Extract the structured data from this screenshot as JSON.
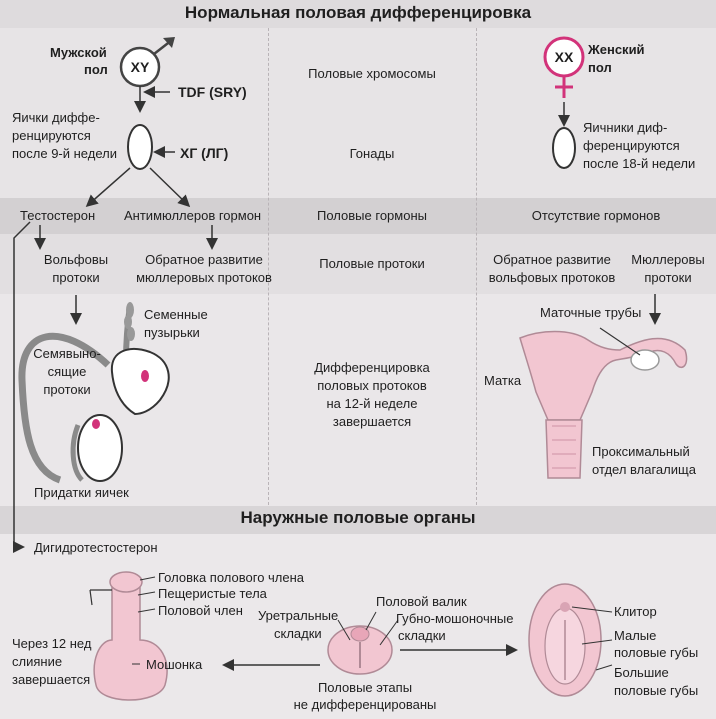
{
  "title": "Нормальная половая дифференцировка",
  "male": {
    "label_l1": "Мужской",
    "label_l2": "пол",
    "chrom": "XY",
    "tdf": "TDF (SRY)",
    "testes_l1": "Яички диффе-",
    "testes_l2": "ренцируются",
    "testes_l3": "после 9-й недели",
    "hcg": "ХГ (ЛГ)",
    "testosterone": "Тестостерон",
    "amh": "Антимюллеров гормон",
    "wolff_l1": "Вольфовы",
    "wolff_l2": "протоки",
    "regress_l1": "Обратное развитие",
    "regress_l2": "мюллеровых протоков",
    "vesicles_l1": "Семенные",
    "vesicles_l2": "пузырьки",
    "vas_l1": "Семявыно-",
    "vas_l2": "сящие",
    "vas_l3": "протоки",
    "epididymis": "Придатки яичек"
  },
  "middle": {
    "chromosomes": "Половые хромосомы",
    "gonads": "Гонады",
    "hormones": "Половые гормоны",
    "ducts": "Половые протоки",
    "diff_l1": "Дифференцировка",
    "diff_l2": "половых протоков",
    "diff_l3": "на  12-й неделе",
    "diff_l4": "завершается"
  },
  "female": {
    "chrom": "XX",
    "label_l1": "Женский",
    "label_l2": "пол",
    "ovaries_l1": "Яичники диф-",
    "ovaries_l2": "ференцируются",
    "ovaries_l3": "после 18-й недели",
    "no_hormones": "Отсутствие гормонов",
    "regress_l1": "Обратное развитие",
    "regress_l2": "вольфовых протоков",
    "muller_l1": "Мюллеровы",
    "muller_l2": "протоки",
    "tubes": "Маточные трубы",
    "uterus": "Матка",
    "vagina_l1": "Проксимальный",
    "vagina_l2": "отдел влагалища"
  },
  "external": {
    "title": "Наружные половые органы",
    "dht": "Дигидротестостерон",
    "glans": "Головка полового члена",
    "cavernous": "Пещеристые тела",
    "penis": "Половой член",
    "scrotum": "Мошонка",
    "fusion_l1": "Через 12 нед",
    "fusion_l2": "слияние",
    "fusion_l3": "завершается",
    "urethral_l1": "Уретральные",
    "urethral_l2": "складки",
    "tubercle": "Половой валик",
    "labioscrotal_l1": "Губно-мошоночные",
    "labioscrotal_l2": "складки",
    "undiff_l1": "Половые этапы",
    "undiff_l2": "не дифференцированы",
    "clitoris": "Клитор",
    "minora_l1": "Малые",
    "minora_l2": "половые губы",
    "majora_l1": "Большие",
    "majora_l2": "половые губы"
  },
  "colors": {
    "pink": "#f2c6d1",
    "magenta": "#d2337a",
    "band_light": "#e6e3e5",
    "band_dark": "#d5d2d4"
  }
}
